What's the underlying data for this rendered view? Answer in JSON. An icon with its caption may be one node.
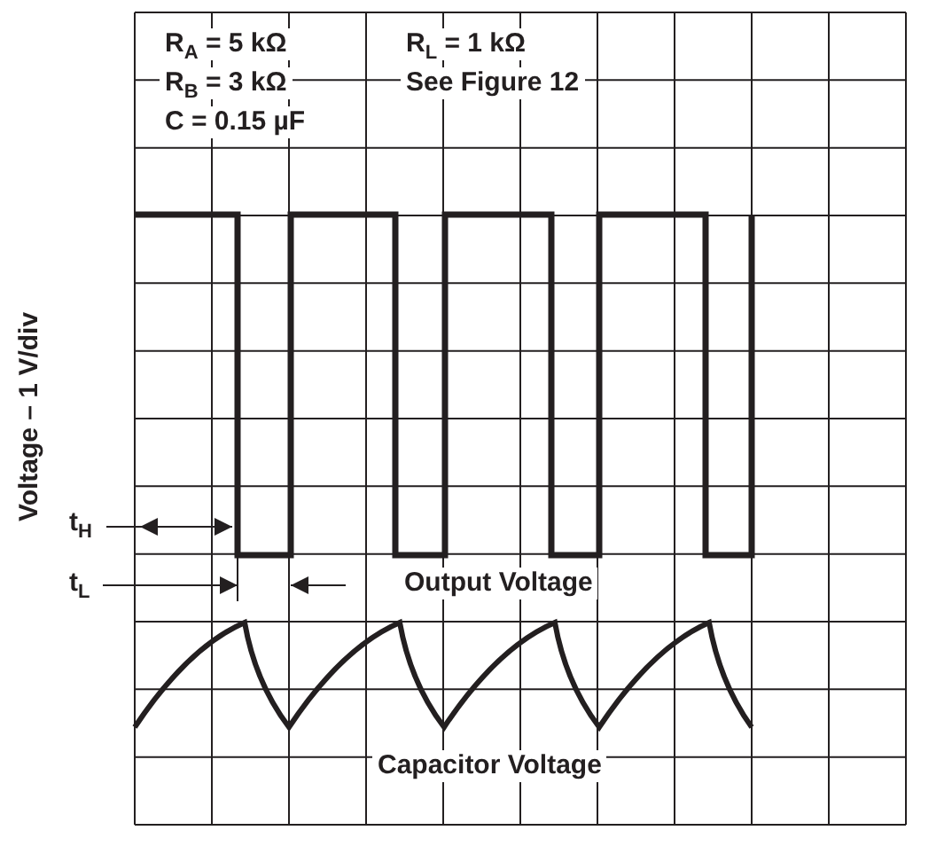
{
  "diagram": {
    "labels": [
      "R$_{A}$ = 5 kΩ",
      "R$_{L}$ = 1 kΩ",
      "R$_{B}$ = 3 kΩ",
      "See Figure 12",
      "C = 0.15 µF",
      "Voltage – 1 V/div",
      "t$_{H}$",
      "t$_{L}$",
      "Output Voltage",
      "Capacitor Voltage"
    ]
  }
}
